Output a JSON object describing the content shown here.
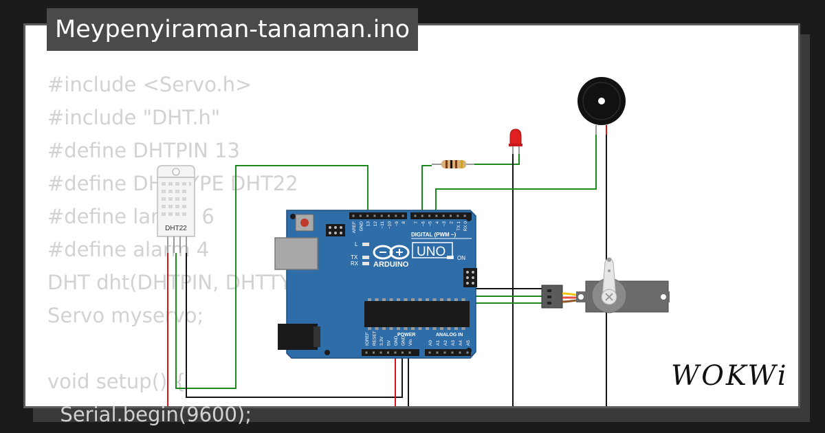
{
  "project": {
    "filename": "Meypenyiraman-tanaman.ino"
  },
  "code": {
    "lines": [
      "#include <Servo.h>",
      "#include \"DHT.h\"",
      "#define DHTPIN 13",
      "#define DHTTYPE DHT22",
      "#define lampu 6",
      "#define alarm 4",
      "DHT dht(DHTPIN, DHTTYPE);",
      "Servo myservo;",
      "",
      "void setup() {",
      "  Serial.begin(9600);"
    ]
  },
  "components": {
    "dht": {
      "label": "DHT22",
      "icon": "temperature-humidity-sensor-icon"
    },
    "arduino": {
      "brand": "ARDUINO",
      "model": "UNO",
      "digital_label": "DIGITAL (PWM ~)",
      "on_label": "ON",
      "led_l": "L",
      "led_tx": "TX",
      "led_rx": "RX",
      "header_top_labels": [
        "AREF",
        "GND",
        "13",
        "12",
        "~11",
        "~10",
        "~9",
        "8",
        "7",
        "~6",
        "~5",
        "4",
        "~3",
        "2",
        "TX 1",
        "RX 0"
      ],
      "power_label": "POWER",
      "analog_label": "ANALOG IN",
      "power_pins": [
        "IOREF",
        "RESET",
        "3.3V",
        "5V",
        "GND",
        "GND",
        "Vin"
      ],
      "analog_pins": [
        "A0",
        "A1",
        "A2",
        "A3",
        "A4",
        "A5"
      ]
    },
    "led": {
      "icon": "red-led-icon",
      "color": "#e02020"
    },
    "resistor": {
      "icon": "resistor-icon"
    },
    "buzzer": {
      "icon": "piezo-buzzer-icon"
    },
    "servo": {
      "icon": "servo-motor-icon"
    }
  },
  "colors": {
    "board": "#2f6da8",
    "wire_signal": "#1a8a1a",
    "wire_power": "#dd1111",
    "wire_ground": "#111111"
  },
  "brand": {
    "logo_text": "WOKWi"
  }
}
